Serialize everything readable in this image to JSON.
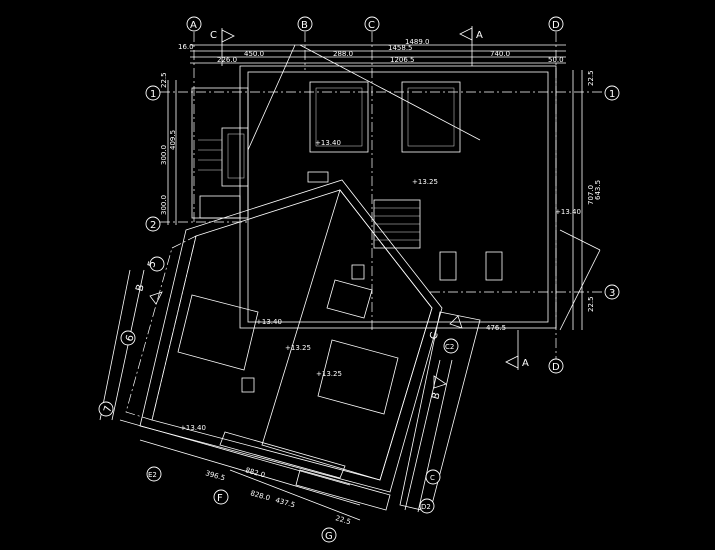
{
  "drawing": {
    "type": "roof plan",
    "grid_axes_top": [
      "A",
      "B",
      "C",
      "D"
    ],
    "grid_axes_side": [
      "1",
      "2",
      "3"
    ],
    "grid_axes_rotated": [
      "5",
      "6",
      "7",
      "E2",
      "F",
      "G",
      "C2",
      "D2",
      "C"
    ],
    "section_marks": {
      "a_top": "A",
      "a_bottom": "A",
      "c_top": "C",
      "c_right": "C",
      "b_left": "B",
      "b_right": "B"
    },
    "top_dimensions": [
      "1489.0",
      "1458.5",
      "450.0",
      "288.0",
      "740.0",
      "226.0",
      "1206.5",
      "16.0",
      "50.0"
    ],
    "right_dimensions": [
      "22.5",
      "707.0",
      "643.5",
      "22.5"
    ],
    "left_dimensions": [
      "300.0",
      "409.5",
      "300.0",
      "22.5"
    ],
    "bottom_dimensions": [
      "396.5",
      "882.0",
      "828.0",
      "437.5",
      "22.5",
      "476.5"
    ],
    "elevations": [
      "+13.40",
      "+13.25",
      "+13.40",
      "+13.25",
      "+13.25",
      "+13.40",
      "+13.40"
    ]
  }
}
